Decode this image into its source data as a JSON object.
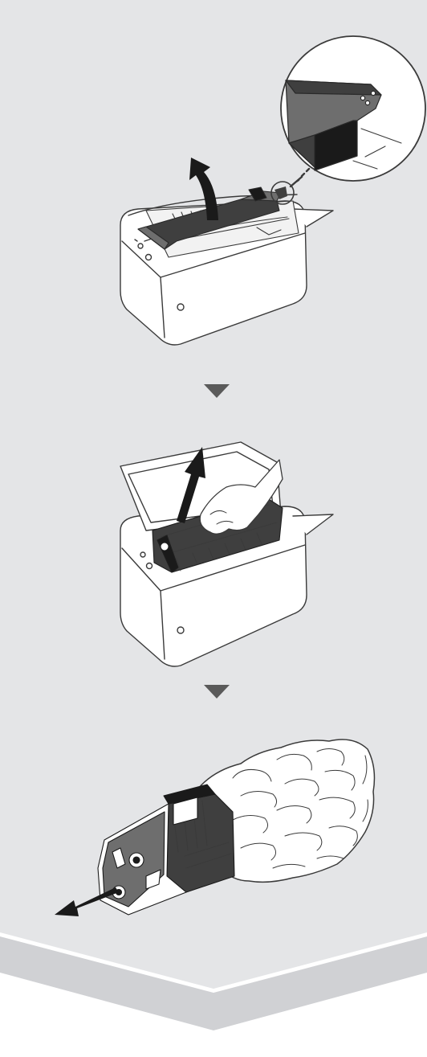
{
  "colors": {
    "panel": "#e4e5e7",
    "chevron_band": "#d0d1d4",
    "line": "#3a3a3a",
    "mid_gray": "#6e6e6e",
    "dark_gray": "#3f3f3f",
    "black": "#1a1a1a",
    "step_arrow": "#5a5a5a"
  },
  "steps": [
    {
      "name": "open-toner-cover",
      "icons": [
        "printer-icon",
        "toner-cover-icon",
        "lift-arrow-icon",
        "magnified-detail-icon"
      ]
    },
    {
      "name": "remove-toner-cartridge",
      "icons": [
        "printer-icon",
        "hand-icon",
        "pull-up-arrow-icon",
        "toner-cartridge-icon"
      ]
    },
    {
      "name": "remove-protective-bag",
      "icons": [
        "toner-cartridge-icon",
        "protective-bag-icon",
        "pull-out-arrow-icon"
      ]
    }
  ],
  "connectors": [
    "down-triangle-icon",
    "down-triangle-icon"
  ]
}
